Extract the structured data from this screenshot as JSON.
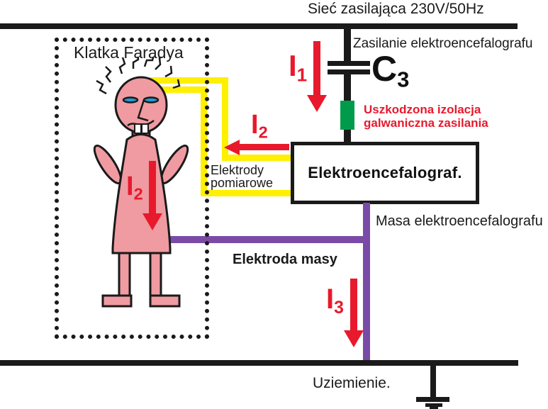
{
  "title": "EEG leakage-current diagram",
  "labels": {
    "mains": "Sieć zasilająca 230V/50Hz",
    "supply": "Zasilanie elektroencefalografu",
    "cage": "Klatka Faradya",
    "warning_line1": "Uszkodzona izolacja",
    "warning_line2": "galwaniczna zasilania",
    "eeg_box": "Elektroencefalograf.",
    "eeg_ground": "Masa elektroencefalografu",
    "electrodes_line1": "Elektrody",
    "electrodes_line2": "pomiarowe",
    "ground_electrode": "Elektroda masy",
    "earth": "Uziemienie."
  },
  "currents": {
    "i1": {
      "symbol": "I",
      "sub": "1"
    },
    "i2_wire": {
      "symbol": "I",
      "sub": "2"
    },
    "i2_body": {
      "symbol": "I",
      "sub": "2"
    },
    "i3": {
      "symbol": "I",
      "sub": "3"
    }
  },
  "components": {
    "capacitor": {
      "symbol": "C",
      "sub": "3"
    }
  },
  "colors": {
    "arrow_red": "#e8192c",
    "warning_red": "#e8192c",
    "insulation_green": "#009b4a",
    "electrode_yellow": "#ffef00",
    "ground_purple": "#7a4ba6",
    "skin_pink": "#ef9ba1",
    "eye_blue": "#1e9cd7",
    "line_black": "#1a1a1a"
  }
}
